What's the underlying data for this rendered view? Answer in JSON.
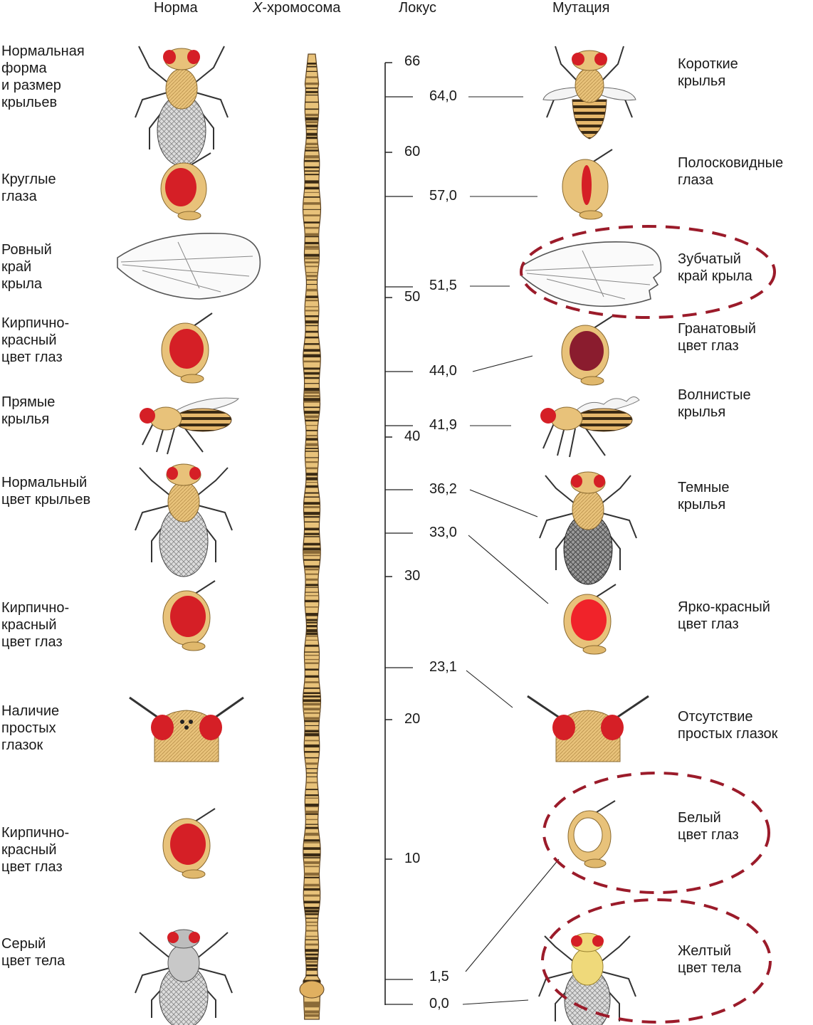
{
  "headers": {
    "norm": "Норма",
    "chrom_prefix": "X",
    "chrom_suffix": "-хромосома",
    "locus": "Локус",
    "mutation": "Мутация"
  },
  "norm_labels": [
    "Нормальная\nформа\nи размер\nкрыльев",
    "Круглые\nглаза",
    "Ровный\nкрай\nкрыла",
    "Кирпично-\nкрасный\nцвет глаз",
    "Прямые\nкрылья",
    "Нормальный\nцвет крыльев",
    "Кирпично-\nкрасный\nцвет глаз",
    "Наличие\nпростых\nглазок",
    "Кирпично-\nкрасный\nцвет глаз",
    "Серый\nцвет тела"
  ],
  "mutation_labels": [
    "Короткие\nкрылья",
    "Полосковидные\nглаза",
    "Зубчатый\nкрай крыла",
    "Гранатовый\nцвет глаз",
    "Волнистые\nкрылья",
    "Темные\nкрылья",
    "Ярко-красный\nцвет глаз",
    "Отсутствие\nпростых глазок",
    "Белый\nцвет глаз",
    "Желтый\nцвет тела"
  ],
  "axis_ticks": [
    "66",
    "60",
    "50",
    "40",
    "30",
    "20",
    "10"
  ],
  "loci": [
    "64,0",
    "57,0",
    "51,5",
    "44,0",
    "41,9",
    "36,2",
    "33,0",
    "23,1",
    "1,5",
    "0,0"
  ],
  "highlighted": [
    "Зубчатый\nкрай крыла",
    "Белый\nцвет глаз",
    "Желтый\nцвет тела"
  ],
  "colors": {
    "text": "#1a1a1a",
    "eye_red": "#d51f26",
    "eye_garnet": "#8a1c2e",
    "eye_bright": "#f0232a",
    "body_tan": "#e8c27a",
    "band_dark": "#3a2a14",
    "highlight": "#9b1b2a"
  },
  "icons": [
    "fly-icon",
    "fly-head-icon",
    "wing-icon",
    "fly-side-icon",
    "fly-head-front-icon"
  ]
}
